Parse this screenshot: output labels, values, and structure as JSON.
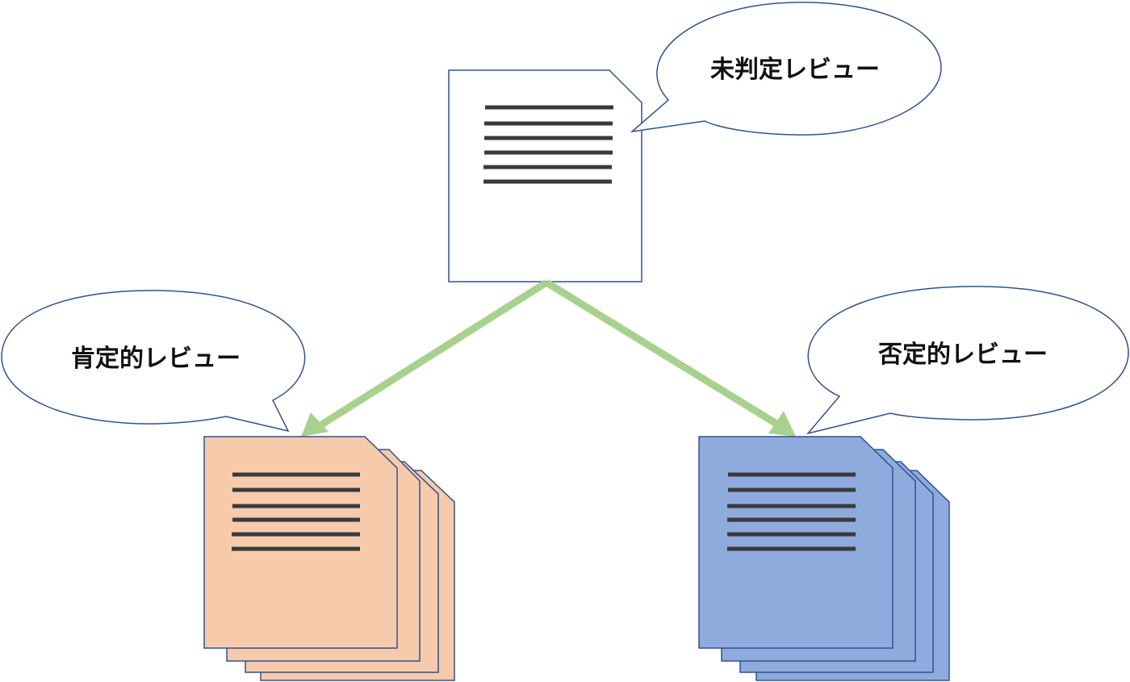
{
  "diagram": {
    "source": {
      "label": "未判定レビュー"
    },
    "positive": {
      "label": "肯定的レビュー"
    },
    "negative": {
      "label": "否定的レビュー"
    }
  },
  "colors": {
    "outline": "#2f528f",
    "line_text": "#3a3a3a",
    "arrow": "#a9d18e",
    "positive_fill": "#f7caac",
    "negative_fill": "#8faadc",
    "source_fill": "#ffffff"
  }
}
